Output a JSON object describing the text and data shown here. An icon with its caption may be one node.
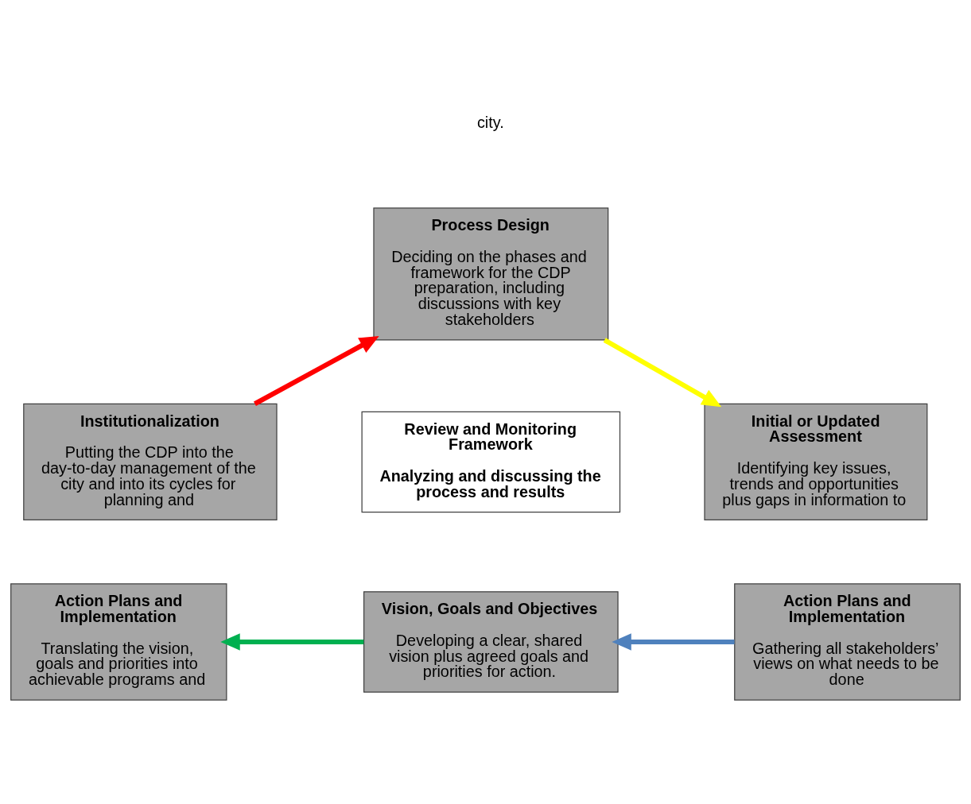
{
  "diagram": {
    "nodes": [
      {
        "text": [
          "Process Design",
          "Deciding on the phases and framework for the CDP preparation, including discussions with key stakeholders"
        ]
      },
      {
        "text": [
          "Initial or Updated Assessment",
          "Identifying key issues, trends and opportunities plus gaps in information to"
        ]
      },
      {
        "text": [
          "Action Plans and Implementation",
          "Gathering all stakeholders’ views on what needs to be done"
        ]
      },
      {
        "text": [
          "Vision, Goals and Objectives",
          "Developing a clear, shared vision plus agreed goals and priorities for action."
        ]
      },
      {
        "text": [
          "Action Plans and Implementation",
          "Translating the vision, goals and priorities into achievable programs and"
        ]
      },
      {
        "text": [
          "Institutionalization",
          "Putting the CDP into the day-to-day management of the city and into its cycles for planning and"
        ]
      },
      {
        "text": [
          "Review and Monitoring Framework",
          "Analyzing and discussing the process and results"
        ]
      }
    ],
    "edges": [
      {
        "from": 0,
        "to": 1,
        "arrow": "to",
        "color": "#ffff00"
      },
      {
        "from": 2,
        "to": 3,
        "arrow": "to",
        "color": "#4f81bd"
      },
      {
        "from": 3,
        "to": 4,
        "arrow": "to",
        "color": "#00b050"
      },
      {
        "from": 5,
        "to": 0,
        "arrow": "to",
        "color": "#ff0000"
      }
    ],
    "labels": [
      "city."
    ]
  }
}
